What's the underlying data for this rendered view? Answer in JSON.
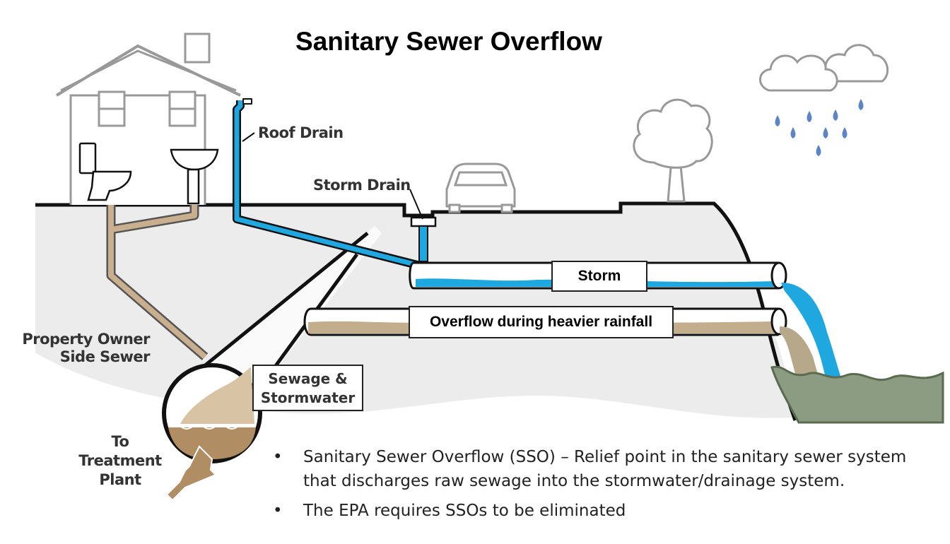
{
  "title": "Sanitary Sewer Overflow",
  "labels": {
    "roof_drain": "Roof Drain",
    "storm_drain": "Storm Drain",
    "property_owner_line1": "Property Owner",
    "property_owner_line2": "Side Sewer",
    "sewage_line1": "Sewage &",
    "sewage_line2": "Stormwater",
    "to_plant_line1": "To",
    "to_plant_line2": "Treatment",
    "to_plant_line3": "Plant",
    "storm_pipe": "Storm",
    "overflow_pipe": "Overflow during heavier rainfall"
  },
  "bullets": [
    "Sanitary Sewer Overflow (SSO) – Relief point in the sanitary sewer system that discharges raw sewage into the stormwater/drainage system.",
    "The EPA requires SSOs to be eliminated"
  ],
  "bullet_marker": "•",
  "colors": {
    "water": "#1fa7e0",
    "sewage": "#c2ad8c",
    "ground": "#ececec",
    "receiving_water": "#8c9c82"
  }
}
